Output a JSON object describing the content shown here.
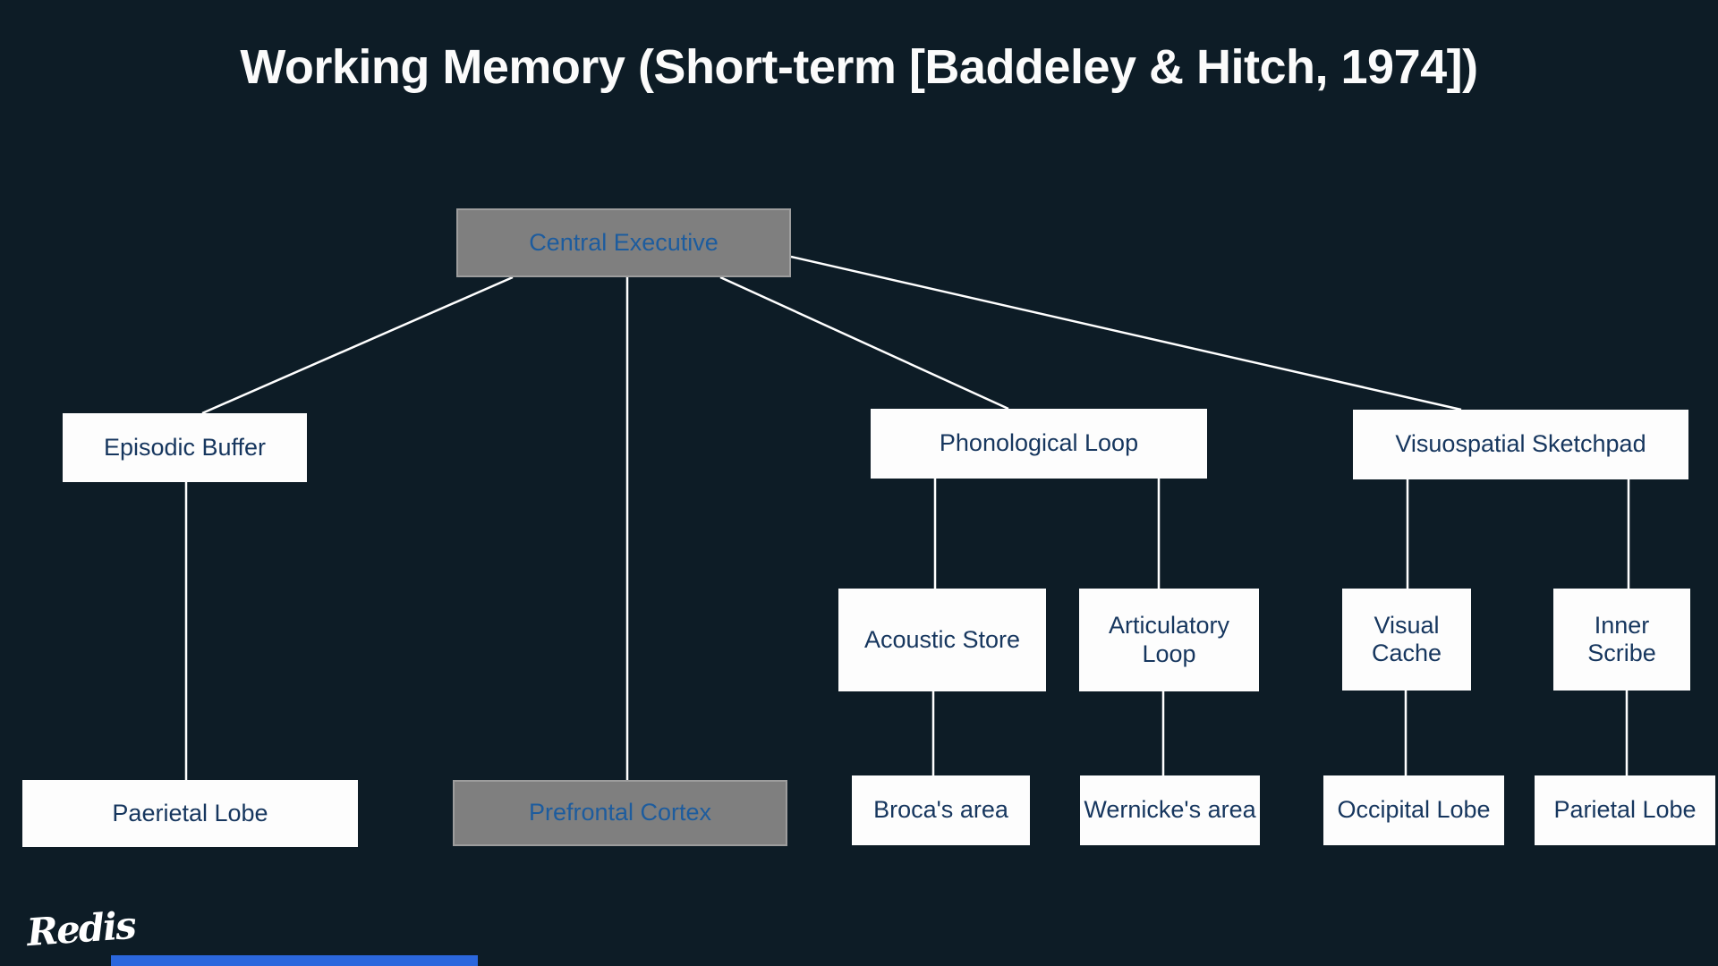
{
  "title": "Working Memory (Short-term [Baddeley & Hitch, 1974])",
  "brand": {
    "logo_text": "Redis"
  },
  "colors": {
    "background": "#0d1c26",
    "box_white": "#fdfdfd",
    "box_gray": "#7f7f7f",
    "text_on_white": "#16365e",
    "text_on_gray": "#1d5c9e",
    "connector": "#ffffff",
    "title_text": "#fbfbfb",
    "accent_bar": "#2b67dd"
  },
  "diagram": {
    "nodes": [
      {
        "id": "central-executive",
        "label": "Central Executive",
        "variant": "gray"
      },
      {
        "id": "episodic-buffer",
        "label": "Episodic Buffer",
        "variant": "white"
      },
      {
        "id": "phonological-loop",
        "label": "Phonological Loop",
        "variant": "white"
      },
      {
        "id": "visuospatial-sketchpad",
        "label": "Visuospatial Sketchpad",
        "variant": "white"
      },
      {
        "id": "acoustic-store",
        "label": "Acoustic Store",
        "variant": "white"
      },
      {
        "id": "articulatory-loop",
        "label": "Articulatory Loop",
        "variant": "white"
      },
      {
        "id": "visual-cache",
        "label": "Visual Cache",
        "variant": "white"
      },
      {
        "id": "inner-scribe",
        "label": "Inner Scribe",
        "variant": "white"
      },
      {
        "id": "paerietal-lobe",
        "label": "Paerietal Lobe",
        "variant": "white"
      },
      {
        "id": "prefrontal-cortex",
        "label": "Prefrontal Cortex",
        "variant": "gray"
      },
      {
        "id": "brocas-area",
        "label": "Broca's area",
        "variant": "white"
      },
      {
        "id": "wernickes-area",
        "label": "Wernicke's area",
        "variant": "white"
      },
      {
        "id": "occipital-lobe",
        "label": "Occipital Lobe",
        "variant": "white"
      },
      {
        "id": "parietal-lobe",
        "label": "Parietal Lobe",
        "variant": "white"
      }
    ],
    "edges": [
      {
        "from": "central-executive",
        "to": "episodic-buffer"
      },
      {
        "from": "central-executive",
        "to": "prefrontal-cortex"
      },
      {
        "from": "central-executive",
        "to": "phonological-loop"
      },
      {
        "from": "central-executive",
        "to": "visuospatial-sketchpad"
      },
      {
        "from": "episodic-buffer",
        "to": "paerietal-lobe"
      },
      {
        "from": "phonological-loop",
        "to": "acoustic-store"
      },
      {
        "from": "phonological-loop",
        "to": "articulatory-loop"
      },
      {
        "from": "acoustic-store",
        "to": "brocas-area"
      },
      {
        "from": "articulatory-loop",
        "to": "wernickes-area"
      },
      {
        "from": "visuospatial-sketchpad",
        "to": "visual-cache"
      },
      {
        "from": "visuospatial-sketchpad",
        "to": "inner-scribe"
      },
      {
        "from": "visual-cache",
        "to": "occipital-lobe"
      },
      {
        "from": "inner-scribe",
        "to": "parietal-lobe"
      }
    ]
  }
}
